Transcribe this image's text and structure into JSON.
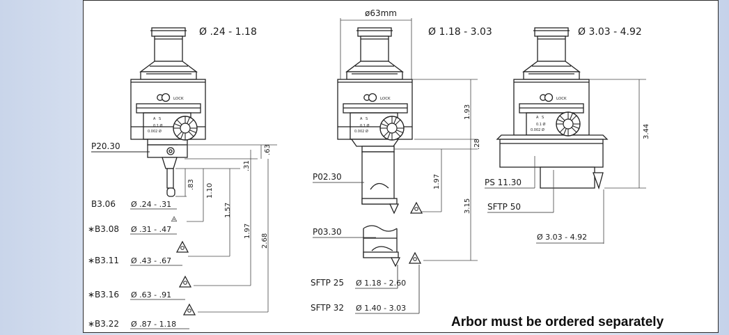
{
  "tools": {
    "left": {
      "range": "Ø .24 - 1.18",
      "holder_code": "P20.30"
    },
    "middle": {
      "range": "Ø 1.18 - 3.03",
      "width_label": "ø63mm",
      "holder_top": "P02.30",
      "holder_bottom": "P03.30"
    },
    "right": {
      "range": "Ø 3.03 - 4.92",
      "holder_code": "PS 11.30",
      "insert_code": "SFTP 50",
      "diameter": "Ø 3.03 - 4.92"
    }
  },
  "lock_label": "LOCK",
  "dial_labels": {
    "a": "0.1 Ø",
    "b": "0.002 Ø",
    "c": "A",
    "d": "S"
  },
  "bars": [
    {
      "code": "B3.06",
      "range": "Ø .24 - .31"
    },
    {
      "code": "∗B3.08",
      "range": "Ø .31 - .47"
    },
    {
      "code": "∗B3.11",
      "range": "Ø .43 - .67"
    },
    {
      "code": "∗B3.16",
      "range": "Ø .63 - .91"
    },
    {
      "code": "∗B3.22",
      "range": "Ø .87 - 1.18"
    }
  ],
  "left_dims": [
    ".63",
    ".31",
    ".83",
    "1.10",
    "1.57",
    "1.97",
    "2.68"
  ],
  "middle_dims": [
    "1.93",
    ".28",
    "1.97",
    "3.15"
  ],
  "right_dims": [
    "3.44"
  ],
  "sftp": [
    {
      "code": "SFTP 25",
      "range": "Ø 1.18 - 2.60"
    },
    {
      "code": "SFTP 32",
      "range": "Ø 1.40 - 3.03"
    }
  ],
  "note": "Arbor must be ordered separately"
}
